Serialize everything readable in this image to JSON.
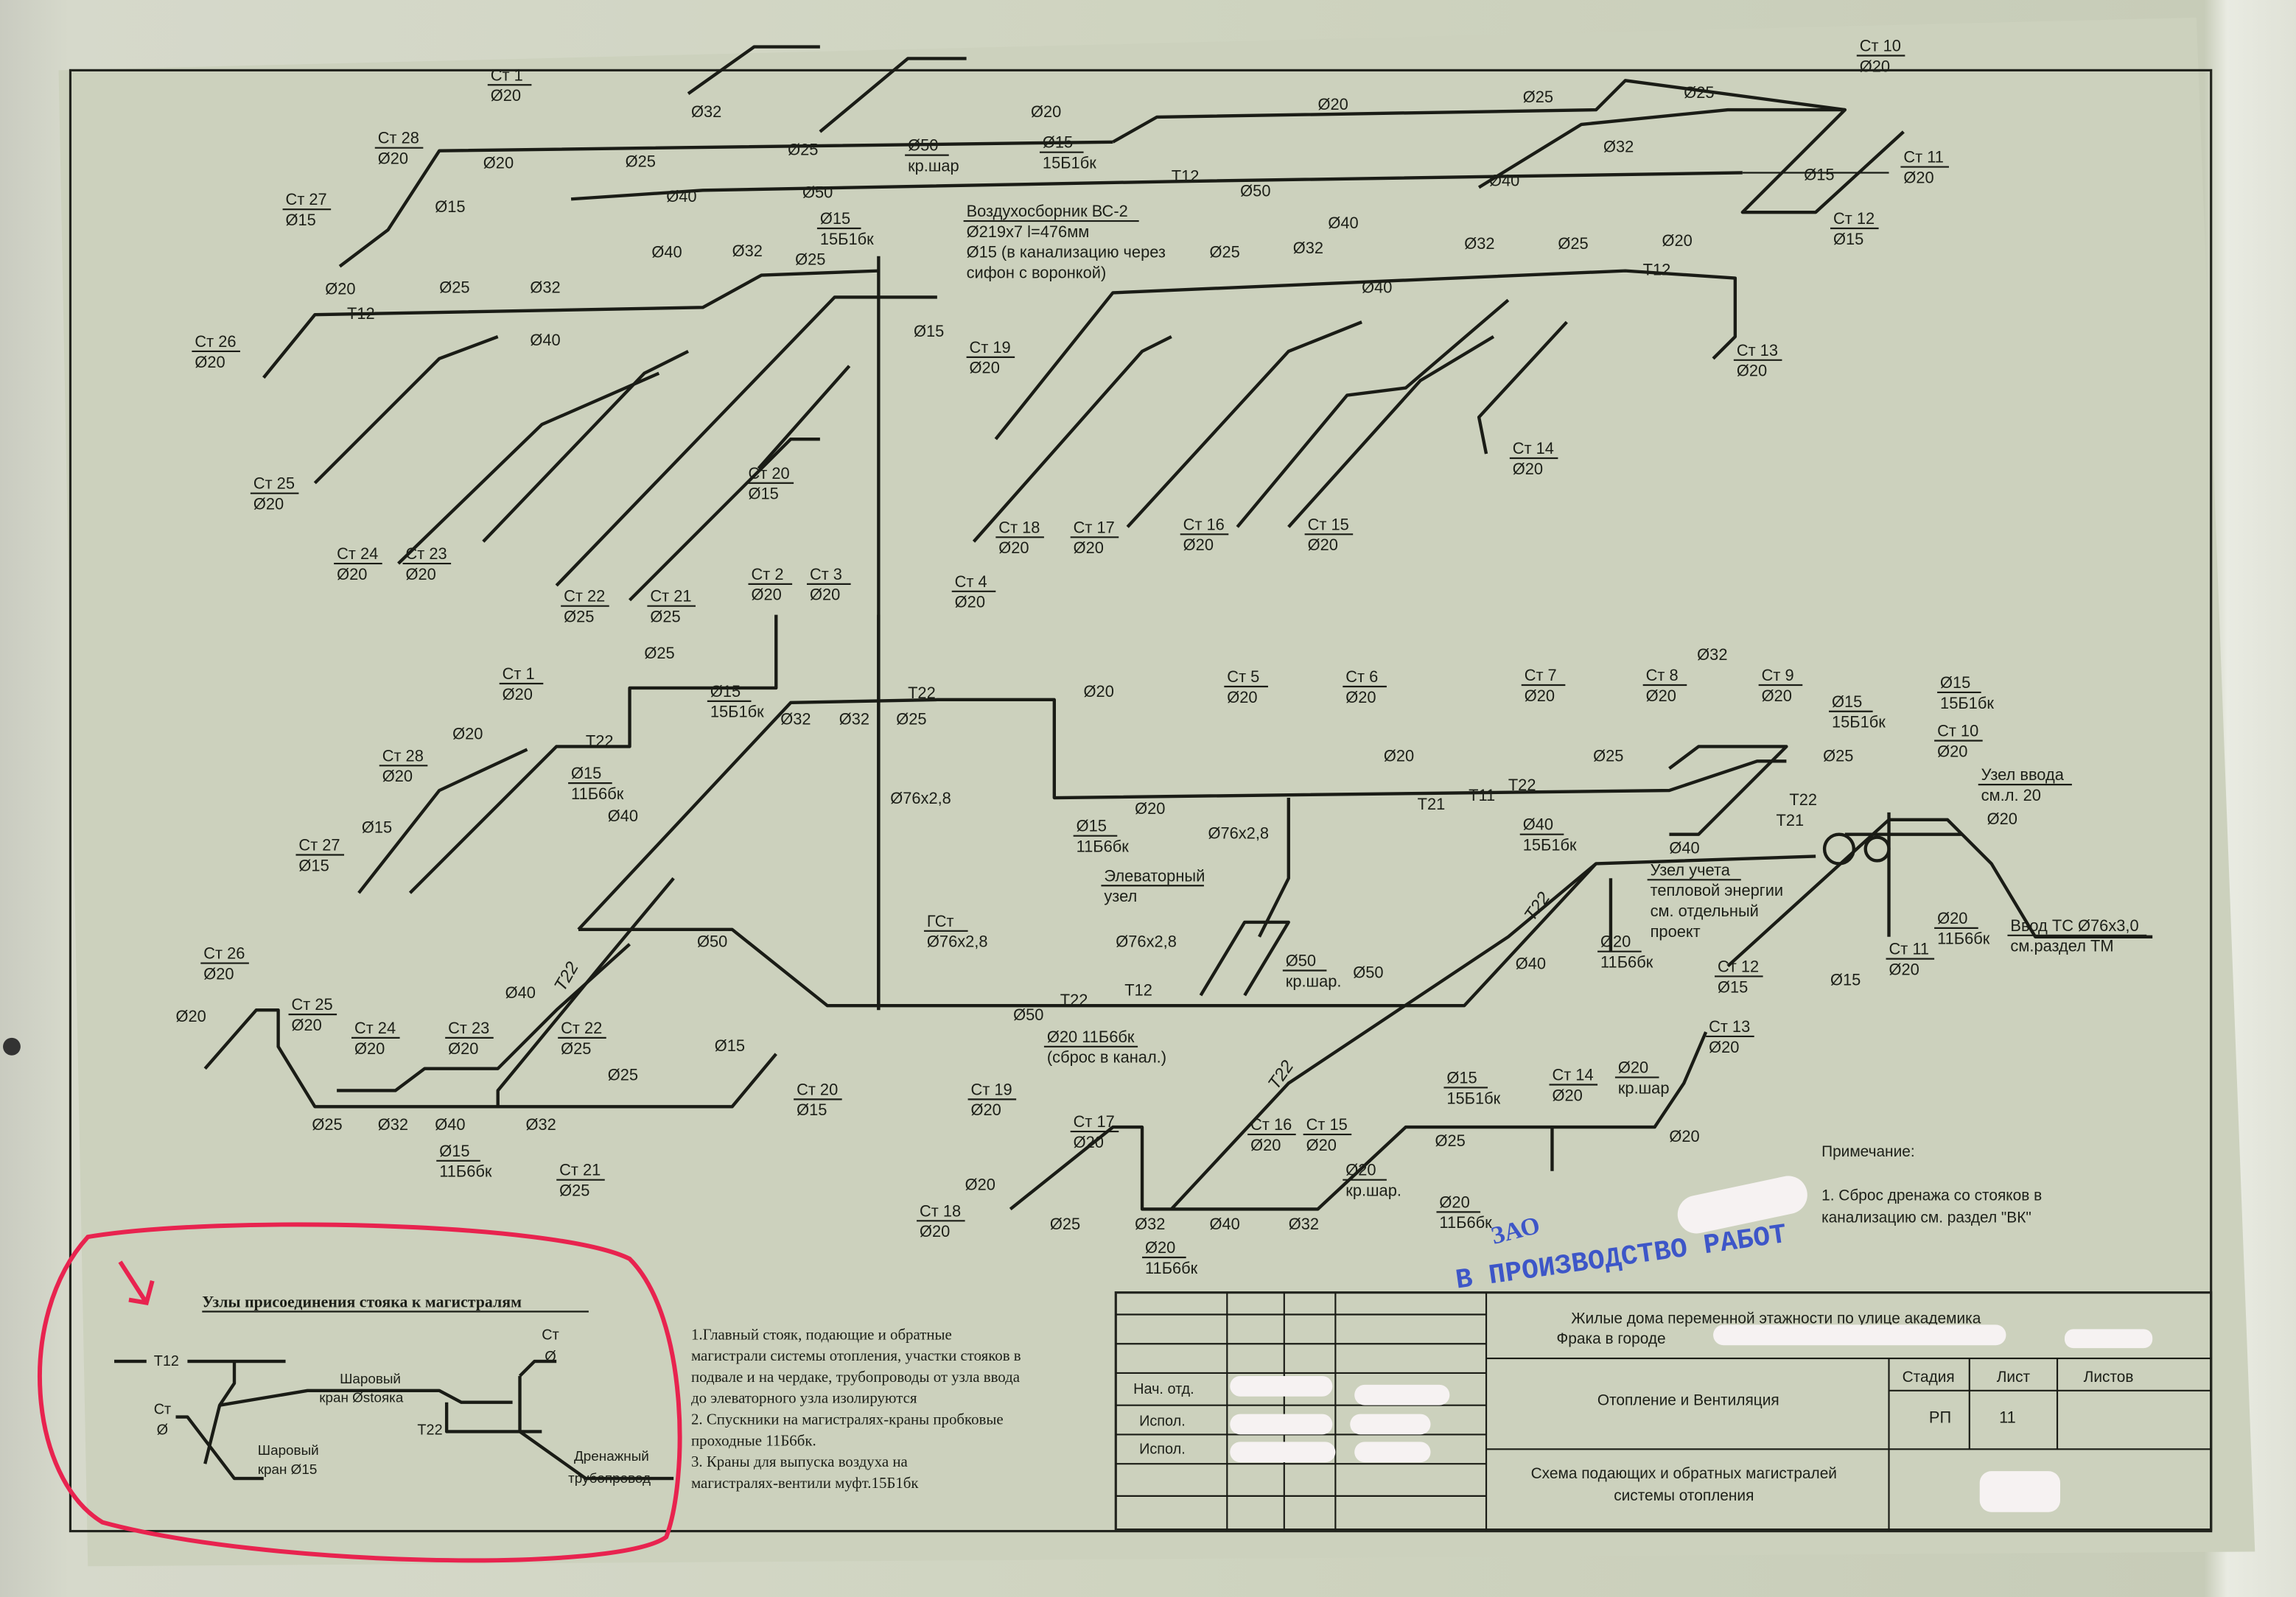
{
  "upper_labels": [
    [
      "Ст 1",
      "Ø20"
    ],
    [
      "Ст 28",
      "Ø20"
    ],
    [
      "Ø20"
    ],
    [
      "Ø25"
    ],
    [
      "Ø32"
    ],
    [
      "Ø25"
    ],
    [
      "Ø50",
      "кр.шар"
    ],
    [
      "Ø15",
      "15Б1бк"
    ],
    [
      "Ø20"
    ],
    [
      "T12"
    ],
    [
      "Ø50"
    ],
    [
      "Ø20"
    ],
    [
      "Ø25"
    ],
    [
      "Ø32"
    ],
    [
      "Ø25"
    ],
    [
      "Ст 10",
      "Ø20"
    ],
    [
      "Ст 11",
      "Ø20"
    ],
    [
      "Ø15"
    ],
    [
      "Ст 12",
      "Ø15"
    ],
    [
      "Ø40"
    ],
    [
      "Ø40"
    ],
    [
      "Ø50"
    ],
    [
      "Ø15",
      "15Б1бк"
    ],
    [
      "Воздухосборник ВС-2",
      "Ø219x7 l=476мм",
      "Ø15 (в канализацию через",
      "сифон с воронкой)"
    ],
    [
      "Ст 27",
      "Ø15"
    ],
    [
      "Ø15"
    ],
    [
      "Ø40"
    ],
    [
      "Ø32"
    ],
    [
      "Ø25"
    ],
    [
      "Ø40"
    ],
    [
      "Ø25"
    ],
    [
      "Ø32"
    ],
    [
      "Ø32"
    ],
    [
      "Ø25"
    ],
    [
      "Ø20"
    ],
    [
      "T12"
    ],
    [
      "Ø40"
    ],
    [
      "Ø20"
    ],
    [
      "T12"
    ],
    [
      "Ø25"
    ],
    [
      "Ø32"
    ],
    [
      "Ø40"
    ],
    [
      "Ø15"
    ],
    [
      "Ст 26",
      "Ø20"
    ],
    [
      "Ст 19",
      "Ø20"
    ],
    [
      "Ст 13",
      "Ø20"
    ],
    [
      "Ст 14",
      "Ø20"
    ],
    [
      "Ст 25",
      "Ø20"
    ],
    [
      "Ст 20",
      "Ø15"
    ],
    [
      "Ст 18",
      "Ø20"
    ],
    [
      "Ст 17",
      "Ø20"
    ],
    [
      "Ст 16",
      "Ø20"
    ],
    [
      "Ст 15",
      "Ø20"
    ],
    [
      "Ст 24",
      "Ø20"
    ],
    [
      "Ст 23",
      "Ø20"
    ],
    [
      "Ст 22",
      "Ø25"
    ],
    [
      "Ст 21",
      "Ø25"
    ]
  ],
  "lower_labels": [
    [
      "Ст 2",
      "Ø20"
    ],
    [
      "Ст 3",
      "Ø20"
    ],
    [
      "Ст 4",
      "Ø20"
    ],
    [
      "Ø25"
    ],
    [
      "Ø15",
      "15Б1бк"
    ],
    [
      "T22"
    ],
    [
      "Ø25"
    ],
    [
      "Ø32"
    ],
    [
      "Ø32"
    ],
    [
      "Ø20"
    ],
    [
      "Ст 1",
      "Ø20"
    ],
    [
      "T22"
    ],
    [
      "Ø20"
    ],
    [
      "Ø15",
      "11Б6бк"
    ],
    [
      "Ст 28",
      "Ø20"
    ],
    [
      "Ø40"
    ],
    [
      "Ø15"
    ],
    [
      "Ст 27",
      "Ø15"
    ],
    [
      "Ø76x2,8"
    ],
    [
      "Ø15",
      "11Б6бк"
    ],
    [
      "Ø20"
    ],
    [
      "Ø76x2,8"
    ],
    [
      "Элеваторный",
      "узел"
    ],
    [
      "Ст 5",
      "Ø20"
    ],
    [
      "Ст 6",
      "Ø20"
    ],
    [
      "Ø20"
    ],
    [
      "T21"
    ],
    [
      "T11"
    ],
    [
      "T22"
    ],
    [
      "Ø25"
    ],
    [
      "Ст 7",
      "Ø20"
    ],
    [
      "Ст 8",
      "Ø20"
    ],
    [
      "Ø32"
    ],
    [
      "Ст 9",
      "Ø20"
    ],
    [
      "Ø15",
      "15Б1бк"
    ],
    [
      "Ø15",
      "15Б1бк"
    ],
    [
      "Ст 10",
      "Ø20"
    ],
    [
      "Ø25"
    ],
    [
      "T22"
    ],
    [
      "T21"
    ],
    [
      "Узел ввода",
      "см.л. 20"
    ],
    [
      "Ø20"
    ],
    [
      "Ø40",
      "15Б1бк"
    ],
    [
      "Ø40"
    ],
    [
      "Узел учета",
      "тепловой энергии",
      "см. отдельный",
      "проект"
    ],
    [
      "Ø20",
      "11Б6бк"
    ],
    [
      "Ввод ТС Ø76x3,0",
      "см.раздел ТМ"
    ],
    [
      "Ø20",
      "11Б6бк"
    ],
    [
      "Ø40"
    ],
    [
      "Ст 11",
      "Ø20"
    ],
    [
      "Ст 12",
      "Ø15"
    ],
    [
      "Ø15"
    ],
    [
      "ГСт",
      "Ø76x2,8"
    ],
    [
      "Ø50"
    ],
    [
      "Ø76x2,8"
    ],
    [
      "Ø50",
      "кр.шар."
    ],
    [
      "Ø50"
    ],
    [
      "T12"
    ],
    [
      "T22"
    ],
    [
      "Ø50"
    ],
    [
      "Ø20 11Б6бк",
      "(сброс в канал.)"
    ],
    [
      "Ст 26",
      "Ø20"
    ],
    [
      "Ø20"
    ],
    [
      "Ст 25",
      "Ø20"
    ],
    [
      "Ст 24",
      "Ø20"
    ],
    [
      "Ст 23",
      "Ø20"
    ],
    [
      "Ø40"
    ],
    [
      "Ст 22",
      "Ø25"
    ],
    [
      "Ø15"
    ],
    [
      "Ø25"
    ],
    [
      "Ст 20",
      "Ø15"
    ],
    [
      "Ø25"
    ],
    [
      "Ø32"
    ],
    [
      "Ø40"
    ],
    [
      "Ø32"
    ],
    [
      "Ø15",
      "11Б6бк"
    ],
    [
      "Ст 21",
      "Ø25"
    ],
    [
      "Ст 19",
      "Ø20"
    ],
    [
      "Ст 17",
      "Ø20"
    ],
    [
      "Ø20"
    ],
    [
      "Ø25"
    ],
    [
      "Ст 18",
      "Ø20"
    ],
    [
      "Ø32"
    ],
    [
      "Ø40"
    ],
    [
      "Ø32"
    ],
    [
      "Ø20",
      "11Б6бк"
    ],
    [
      "Ст 16",
      "Ø20"
    ],
    [
      "Ст 15",
      "Ø20"
    ],
    [
      "Ø20",
      "кр.шар."
    ],
    [
      "Ø15",
      "15Б1бк"
    ],
    [
      "Ø25"
    ],
    [
      "Ст 14",
      "Ø20"
    ],
    [
      "Ø20",
      "кр.шар"
    ],
    [
      "Ст 13",
      "Ø20"
    ],
    [
      "Ø20"
    ],
    [
      "Ø20",
      "11Б6бк"
    ]
  ],
  "rotated_labels": [
    "T22",
    "T22",
    "T22"
  ],
  "legend": {
    "title": "Узлы присоединения стояка к магистралям",
    "t12": "T12",
    "t22": "T22",
    "st_left": "Ст",
    "dia_left": "Ø",
    "st_right": "Ст",
    "dia_right": "Ø",
    "valve_riser": [
      "Шаровый",
      "кран Østояка"
    ],
    "valve_15": [
      "Шаровый",
      "кран Ø15"
    ],
    "drain": [
      "Дренажный",
      "трубопровод"
    ]
  },
  "general_notes": [
    "1.Главный стояк, подающие и обратные",
    "магистрали системы отопления, участки стояков в",
    "подвале и на чердаке, трубопроводы от узла ввода",
    "до элеваторного узла изолируются",
    "2. Спускники на магистралях-краны пробковые",
    "проходные 11Б6бк.",
    "3. Краны для выпуска воздуха на",
    "магистралях-вентили муфт.15Б1бк"
  ],
  "remark": {
    "heading": "Примечание:",
    "lines": [
      "1. Сброс дренажа со стояков в",
      "канализацию см. раздел \"ВК\""
    ]
  },
  "stamp": {
    "company": "ЗАО",
    "text": "В ПРОИЗВОДСТВО РАБОТ"
  },
  "title_block": {
    "project": [
      "Жилые дома переменной этажности по улице академика",
      "Фрака в городе"
    ],
    "roles": [
      "Нач. отд.",
      "Испол.",
      "Испол."
    ],
    "section": "Отопление и Вентиляция",
    "sheet_title": [
      "Схема подающих и обратных магистралей",
      "системы отопления"
    ],
    "stage_header": "Стадия",
    "sheet_header": "Лист",
    "sheets_header": "Листов",
    "stage": "РП",
    "sheet": "11"
  },
  "colors": {
    "paper": "#cfd4c0",
    "ink": "#1c1f18",
    "stamp": "#3d56c8",
    "marker": "#e8234f"
  }
}
